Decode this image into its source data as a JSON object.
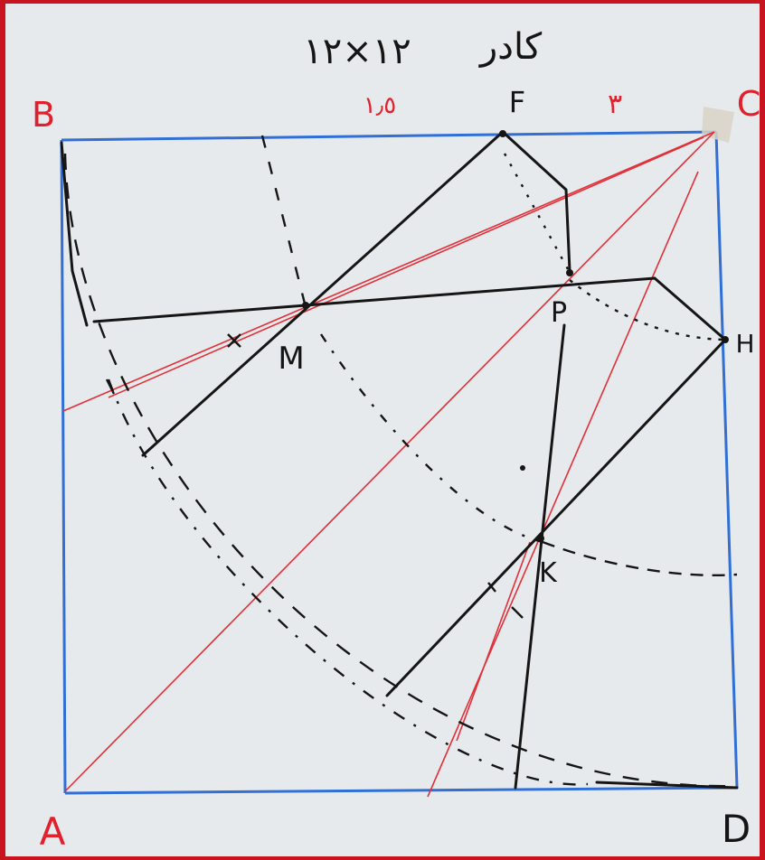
{
  "title": {
    "dimensions": "١٢×١٢",
    "word": "کادر"
  },
  "top_measures": {
    "left": "١٫٥",
    "right": "٣"
  },
  "vertices": {
    "A": "A",
    "B": "B",
    "C": "C",
    "D": "D"
  },
  "points": {
    "F": "F",
    "P": "P",
    "H": "H",
    "M": "M",
    "K": "K"
  },
  "colors": {
    "frame": "#2f6fd6",
    "ink": "#151515",
    "construction": "#e0303a",
    "paper": "#eef0f2",
    "vertex_labels": "#e0202c"
  }
}
